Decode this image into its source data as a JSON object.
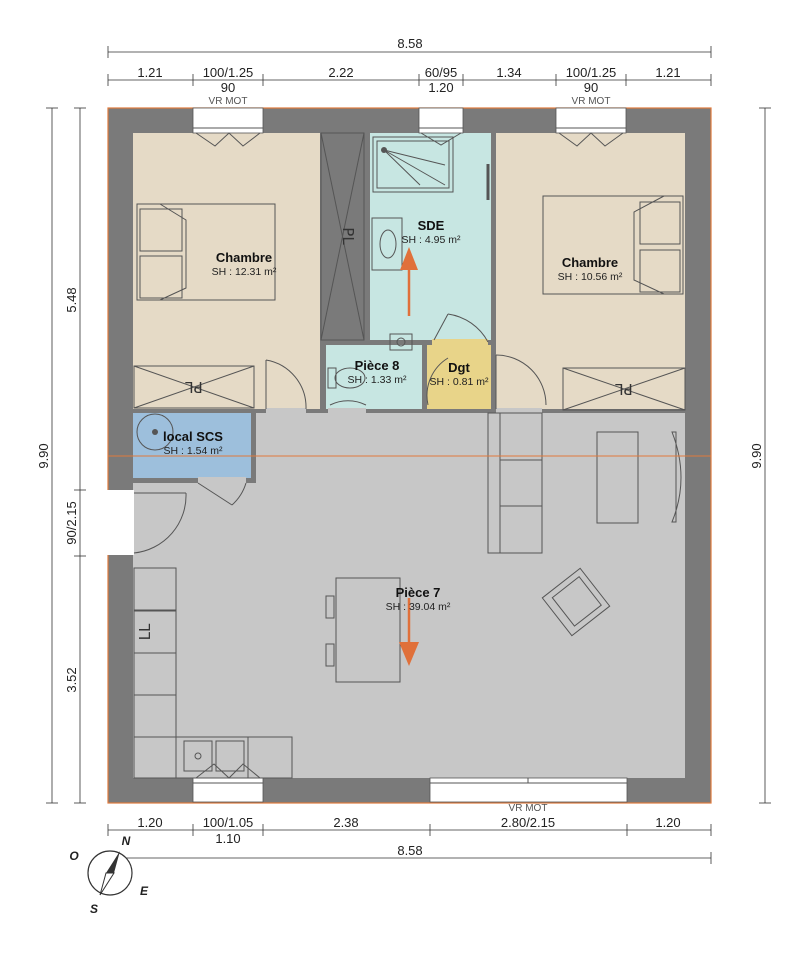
{
  "dimensions": {
    "top_total": "8.58",
    "top_segments": [
      "1.21",
      "100/1.25",
      "2.22",
      "60/95",
      "1.34",
      "100/1.25",
      "1.21"
    ],
    "top_sub": [
      "90",
      "1.20",
      "90"
    ],
    "top_notes": [
      "VR MOT",
      "VR MOT"
    ],
    "bottom_segments": [
      "1.20",
      "100/1.05",
      "2.38",
      "2.80/2.15",
      "1.20"
    ],
    "bottom_sub": "1.10",
    "bottom_note": "VR MOT",
    "bottom_total": "8.58",
    "left_segments": [
      "5.48",
      "90/2.15",
      "3.52"
    ],
    "left_total": "9.90",
    "right_total": "9.90"
  },
  "rooms": [
    {
      "name": "Chambre",
      "area": "SH : 12.31 m²"
    },
    {
      "name": "SDE",
      "area": "SH : 4.95 m²"
    },
    {
      "name": "Chambre",
      "area": "SH : 10.56 m²"
    },
    {
      "name": "Pièce 8",
      "area": "SH : 1.33 m²"
    },
    {
      "name": "Dgt",
      "area": "SH : 0.81 m²"
    },
    {
      "name": "local SCS",
      "area": "SH : 1.54 m²"
    },
    {
      "name": "Pièce 7",
      "area": "SH : 39.04 m²"
    }
  ],
  "labels": {
    "closet": "PL",
    "fridge": "LL"
  },
  "compass": {
    "n": "N",
    "e": "E",
    "s": "S",
    "o": "O"
  },
  "colors": {
    "wall": "#7a7a7a",
    "bedroom": "#e5dac6",
    "bathroom": "#c7e6e2",
    "corridor": "#e8d489",
    "storage": "#9dbfdc",
    "living": "#c7c7c7",
    "arrow": "#e0703a",
    "outline": "#e07a3c"
  }
}
